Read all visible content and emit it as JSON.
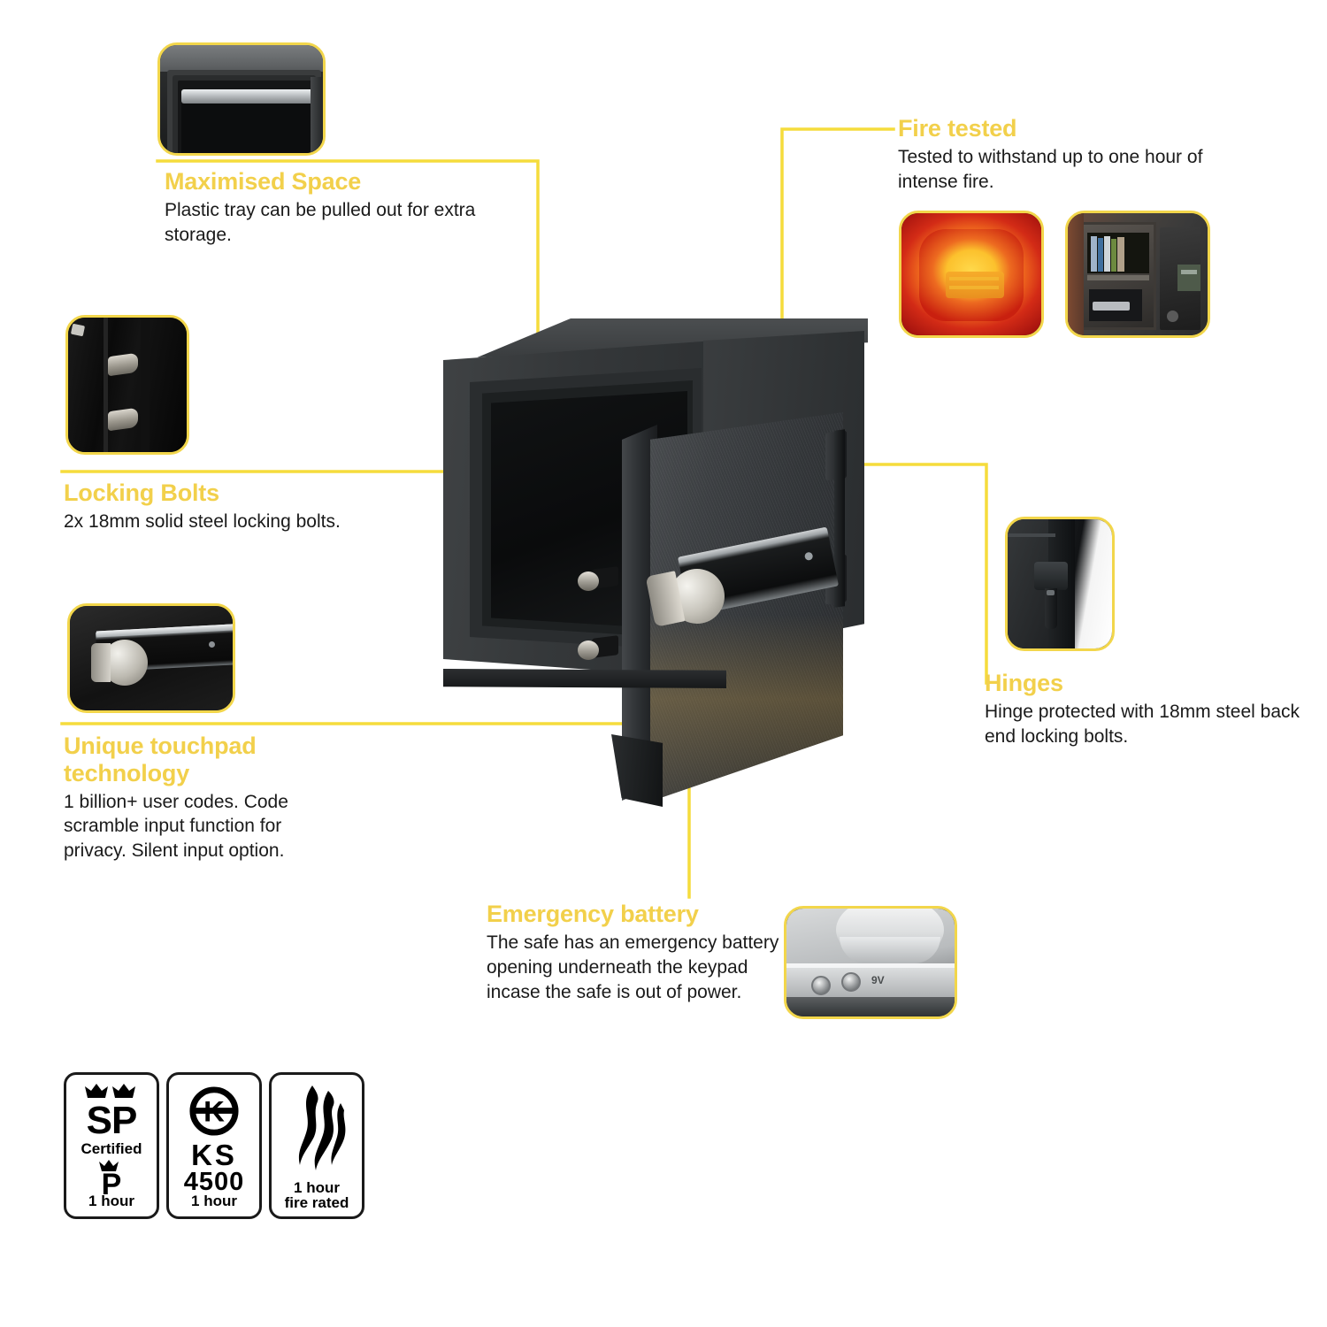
{
  "page": {
    "type": "product-feature-infographic",
    "subject": "fire-resistant security safe",
    "accent_color": "#F2D04B",
    "line_color": "#F5DC3C",
    "body_text_color": "#1a1a1a",
    "background_color": "#ffffff"
  },
  "callouts": [
    {
      "id": "maximised-space",
      "title": "Maximised Space",
      "body": "Plastic tray can be pulled out for extra\nstorage.",
      "thumb_alt": "safe-interior-with-pull-out-tray"
    },
    {
      "id": "fire-tested",
      "title": "Fire tested",
      "body": "Tested to withstand up to one hour of\nintense fire.",
      "thumb_alt": "safe-glowing-in-furnace"
    },
    {
      "id": "locking-bolts",
      "title": "Locking Bolts",
      "body": "2x 18mm solid steel locking bolts.",
      "thumb_alt": "two-chrome-locking-bolts"
    },
    {
      "id": "hinges",
      "title": "Hinges",
      "body": "Hinge protected with 18mm steel back\nend locking bolts.",
      "thumb_alt": "door-hinge-close-up"
    },
    {
      "id": "unique-touchpad-technology",
      "title": "Unique touchpad\ntechnology",
      "body": "1 billion+ user codes. Code\nscramble input function for\nprivacy. Silent input option.",
      "thumb_alt": "touchpad-keypad-and-silver-knob"
    },
    {
      "id": "emergency-battery",
      "title": "Emergency battery",
      "body": "The safe has an emergency battery\nopening underneath the keypad\nincase the safe is out of power.",
      "thumb_alt": "emergency-battery-terminals"
    }
  ],
  "thumbnails": {
    "fire_second": {
      "id": "fire-damaged-safe",
      "alt": "burned-safe-with-intact-contents"
    }
  },
  "battery_thumb_label": "9V",
  "badges": [
    {
      "id": "sp-certified",
      "line1": "SP",
      "line2": "Certified",
      "line3": "P",
      "bottom": "1 hour",
      "icon": "crowns-icon"
    },
    {
      "id": "ks-4500",
      "line1": "KS",
      "line2": "4500",
      "bottom": "1 hour",
      "icon": "ks-circle-icon"
    },
    {
      "id": "fire-rated",
      "bottom": "1 hour\nfire rated",
      "icon": "flame-icon"
    }
  ]
}
